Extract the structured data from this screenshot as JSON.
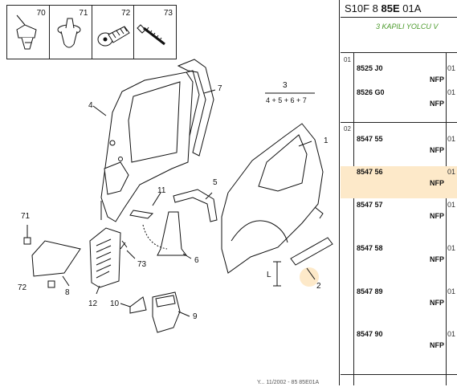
{
  "header": {
    "prefix": "S10F 8",
    "bold": "85E",
    "suffix": " 01A"
  },
  "subtitle": "3 KAPILI YOLCU V",
  "fasteners": [
    {
      "num": "70",
      "icon": "clip-rivet-icon"
    },
    {
      "num": "71",
      "icon": "push-clip-icon"
    },
    {
      "num": "72",
      "icon": "threaded-insert-icon"
    },
    {
      "num": "73",
      "icon": "screw-icon"
    }
  ],
  "callouts": {
    "n1": "1",
    "n2": "2",
    "n3": "3",
    "n3formula": "4 + 5 + 6 + 7",
    "n4": "4",
    "n5": "5",
    "n6": "6",
    "n7": "7",
    "n8": "8",
    "n9": "9",
    "n10": "10",
    "n11": "11",
    "n12": "12",
    "n71": "71",
    "n72": "72",
    "n73": "73",
    "l": "L",
    "footer": "Y... 11/2002 - 85 85E01A"
  },
  "groups": [
    {
      "code": "01"
    },
    {
      "code": "02"
    }
  ],
  "rows": [
    {
      "ref": "8525 J0",
      "status": "NFP",
      "col": "01"
    },
    {
      "ref": "8526 G0",
      "status": "NFP",
      "col": "01"
    },
    {
      "ref": "8547 55",
      "status": "NFP",
      "col": "01"
    },
    {
      "ref": "8547 56",
      "status": "NFP",
      "col": "01"
    },
    {
      "ref": "8547 57",
      "status": "NFP",
      "col": "01"
    },
    {
      "ref": "8547 58",
      "status": "NFP",
      "col": "01"
    },
    {
      "ref": "8547 89",
      "status": "NFP",
      "col": "01"
    },
    {
      "ref": "8547 90",
      "status": "NFP",
      "col": "01"
    }
  ],
  "highlight_color": "#fde9c9",
  "accent_color": "#4a9a2a"
}
